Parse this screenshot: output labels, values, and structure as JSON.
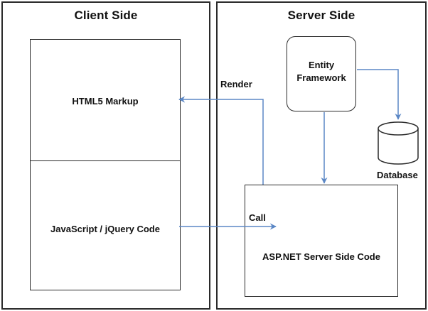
{
  "client": {
    "title": "Client Side",
    "markup_label": "HTML5 Markup",
    "code_label": "JavaScript / jQuery Code"
  },
  "server": {
    "title": "Server Side",
    "entity_framework_label": "Entity\nFramework",
    "database_label": "Database",
    "aspnet_label": "ASP.NET Server Side Code"
  },
  "connectors": {
    "render_label": "Render",
    "call_label": "Call"
  },
  "colors": {
    "arrow": "#5b87c5",
    "border": "#2a2a2a"
  }
}
